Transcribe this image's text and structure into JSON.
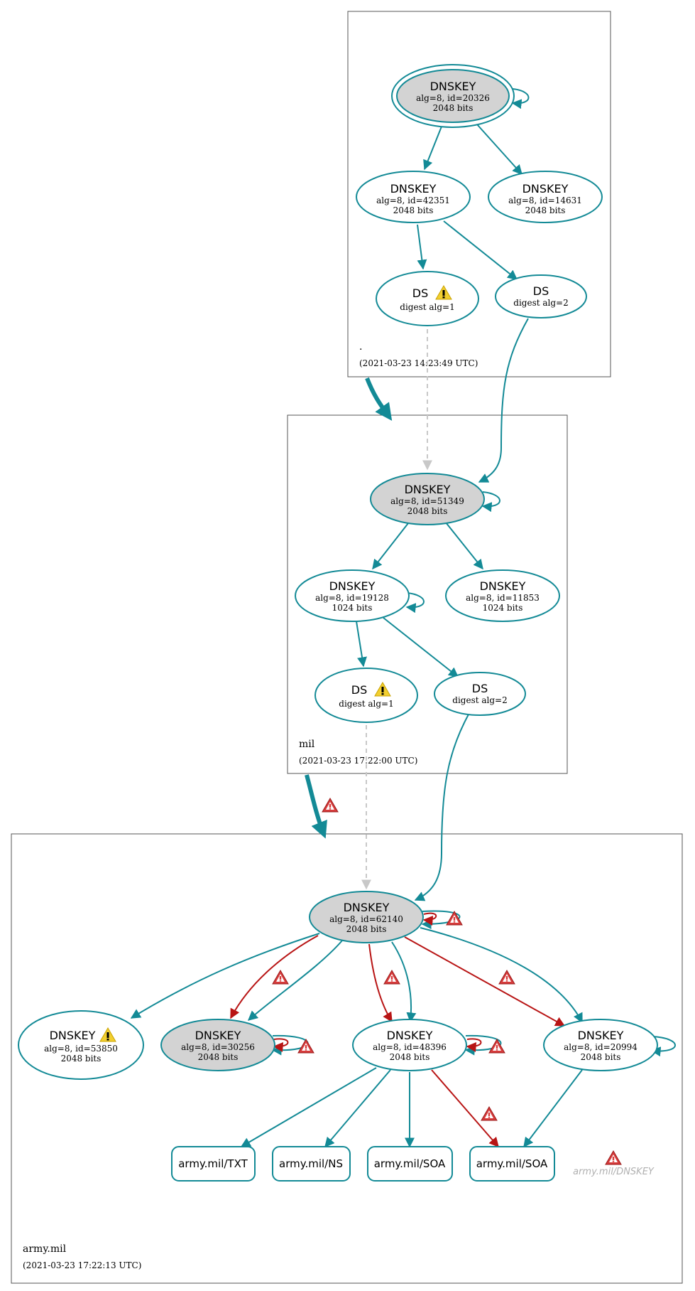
{
  "colors": {
    "teal": "#138a96",
    "red": "#b81414",
    "gray": "#c8c8c8",
    "sep_fill": "#d3d3d3",
    "warning_yellow": "#f2cf2f",
    "error_red": "#d63b3b"
  },
  "zones": {
    "root": {
      "name": ".",
      "timestamp": "(2021-03-23 14:23:49 UTC)"
    },
    "mil": {
      "name": "mil",
      "timestamp": "(2021-03-23 17:22:00 UTC)"
    },
    "army": {
      "name": "army.mil",
      "timestamp": "(2021-03-23 17:22:13 UTC)"
    }
  },
  "nodes": {
    "root_ksk": {
      "type": "DNSKEY",
      "line1": "alg=8, id=20326",
      "line2": "2048 bits"
    },
    "root_zsk1": {
      "type": "DNSKEY",
      "line1": "alg=8, id=42351",
      "line2": "2048 bits"
    },
    "root_zsk2": {
      "type": "DNSKEY",
      "line1": "alg=8, id=14631",
      "line2": "2048 bits"
    },
    "root_ds1": {
      "type": "DS",
      "line1": "digest alg=1"
    },
    "root_ds2": {
      "type": "DS",
      "line1": "digest alg=2"
    },
    "mil_ksk": {
      "type": "DNSKEY",
      "line1": "alg=8, id=51349",
      "line2": "2048 bits"
    },
    "mil_zsk1": {
      "type": "DNSKEY",
      "line1": "alg=8, id=19128",
      "line2": "1024 bits"
    },
    "mil_zsk2": {
      "type": "DNSKEY",
      "line1": "alg=8, id=11853",
      "line2": "1024 bits"
    },
    "mil_ds1": {
      "type": "DS",
      "line1": "digest alg=1"
    },
    "mil_ds2": {
      "type": "DS",
      "line1": "digest alg=2"
    },
    "army_ksk": {
      "type": "DNSKEY",
      "line1": "alg=8, id=62140",
      "line2": "2048 bits"
    },
    "army_k1": {
      "type": "DNSKEY",
      "line1": "alg=8, id=53850",
      "line2": "2048 bits"
    },
    "army_k2": {
      "type": "DNSKEY",
      "line1": "alg=8, id=30256",
      "line2": "2048 bits"
    },
    "army_k3": {
      "type": "DNSKEY",
      "line1": "alg=8, id=48396",
      "line2": "2048 bits"
    },
    "army_k4": {
      "type": "DNSKEY",
      "line1": "alg=8, id=20994",
      "line2": "2048 bits"
    }
  },
  "rrsets": {
    "txt": "army.mil/TXT",
    "ns": "army.mil/NS",
    "soa1": "army.mil/SOA",
    "soa2": "army.mil/SOA",
    "dnskey_ghost": "army.mil/DNSKEY"
  }
}
